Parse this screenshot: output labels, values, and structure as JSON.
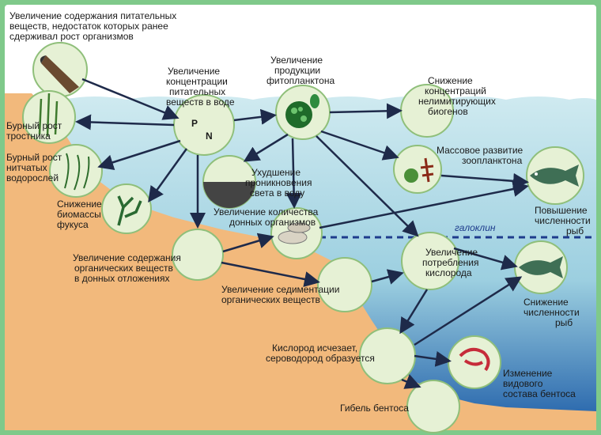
{
  "colors": {
    "frame": "#7fc98a",
    "sky": "#ffffff",
    "water_top": "#bfe3ec",
    "water_deep": "#2e6fb3",
    "seabed": "#f2b97c",
    "node_fill": "#e6f1d5",
    "arrow": "#1e2a4a",
    "halocline": "#1e3c8c"
  },
  "labels": {
    "nutrient_increase": [
      "Увеличение содержания питательных",
      "веществ, недостаток которых ранее",
      "сдерживал рост организмов"
    ],
    "pn_concentration": [
      "Увеличение",
      "концентрации",
      "питательных",
      "веществ в воде"
    ],
    "pn_symbol": "P",
    "pn_subscript": "N",
    "phyto": [
      "Увеличение",
      "продукции",
      "фитопланктона"
    ],
    "nonlimiting": [
      "Снижение",
      "концентраций",
      "нелимитирующих",
      "биогенов"
    ],
    "reeds": [
      "Бурный рост",
      "тростника"
    ],
    "filamentous": [
      "Бурный рост",
      "нитчатых",
      "водорослей"
    ],
    "light": [
      "Ухудшение",
      "проникновения",
      "света в воду"
    ],
    "zooplankton": [
      "Массовое развитие",
      "зоопланктона"
    ],
    "fucus": [
      "Снижение",
      "биомассы",
      "фукуса"
    ],
    "benthic_organisms": [
      "Увеличение количества",
      "донных организмов"
    ],
    "fish_increase": [
      "Повышение",
      "численности",
      "рыб"
    ],
    "halocline": "галоклин",
    "organic_sediments": [
      "Увеличение содержания",
      "органических веществ",
      "в донных отложениях"
    ],
    "oxygen_consumption": [
      "Увеличение",
      "потребления",
      "кислорода"
    ],
    "sedimentation": [
      "Увеличение седиментации",
      "органических веществ"
    ],
    "fish_decrease": [
      "Снижение",
      "численности",
      "рыб"
    ],
    "oxygen_vanishes": [
      "Кислород исчезает,",
      "сероводород образуется"
    ],
    "benthos_change": [
      "Изменение",
      "видового",
      "состава бентоса"
    ],
    "benthos_death": "Гибель бентоса"
  },
  "icons": [
    "fertilizer-bag-icon",
    "reed-icon",
    "filamentous-algae-icon",
    "fucus-icon",
    "phytoplankton-icon",
    "light-attenuation-icon",
    "zooplankton-icon",
    "fish-icon",
    "mussels-icon",
    "shrimp-icon"
  ]
}
